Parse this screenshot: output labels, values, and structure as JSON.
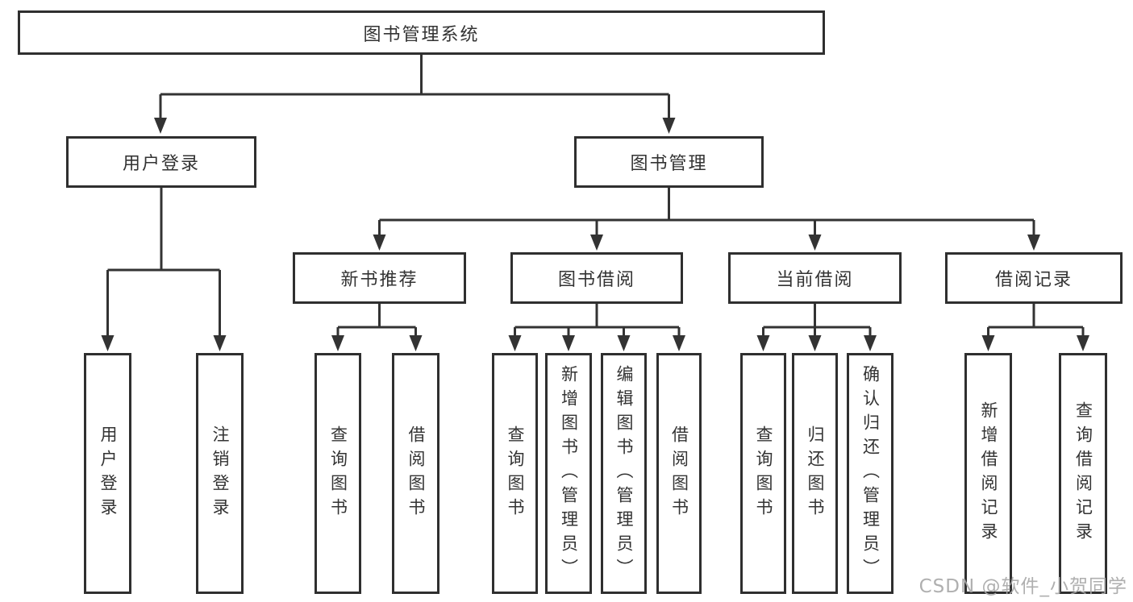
{
  "tree": {
    "root": {
      "label": "图书管理系统"
    },
    "branches": [
      {
        "label": "用户登录",
        "children": [
          {
            "label": "用户登录"
          },
          {
            "label": "注销登录"
          }
        ]
      },
      {
        "label": "图书管理",
        "children": [
          {
            "label": "新书推荐",
            "children": [
              {
                "label": "查询图书"
              },
              {
                "label": "借阅图书"
              }
            ]
          },
          {
            "label": "图书借阅",
            "children": [
              {
                "label": "查询图书"
              },
              {
                "label": "新增图书（管理员）"
              },
              {
                "label": "编辑图书（管理员）"
              },
              {
                "label": "借阅图书"
              }
            ]
          },
          {
            "label": "当前借阅",
            "children": [
              {
                "label": "查询图书"
              },
              {
                "label": "归还图书"
              },
              {
                "label": "确认归还（管理员）"
              }
            ]
          },
          {
            "label": "借阅记录",
            "children": [
              {
                "label": "新增借阅记录"
              },
              {
                "label": "查询借阅记录"
              }
            ]
          }
        ]
      }
    ]
  },
  "watermark": {
    "text": "CSDN @软件_小贺同学"
  },
  "colors": {
    "line": "#333333",
    "box_border": "#2f2f2f",
    "box_fill": "#ffffff",
    "text": "#333333",
    "watermark": "#a8a8a8"
  }
}
